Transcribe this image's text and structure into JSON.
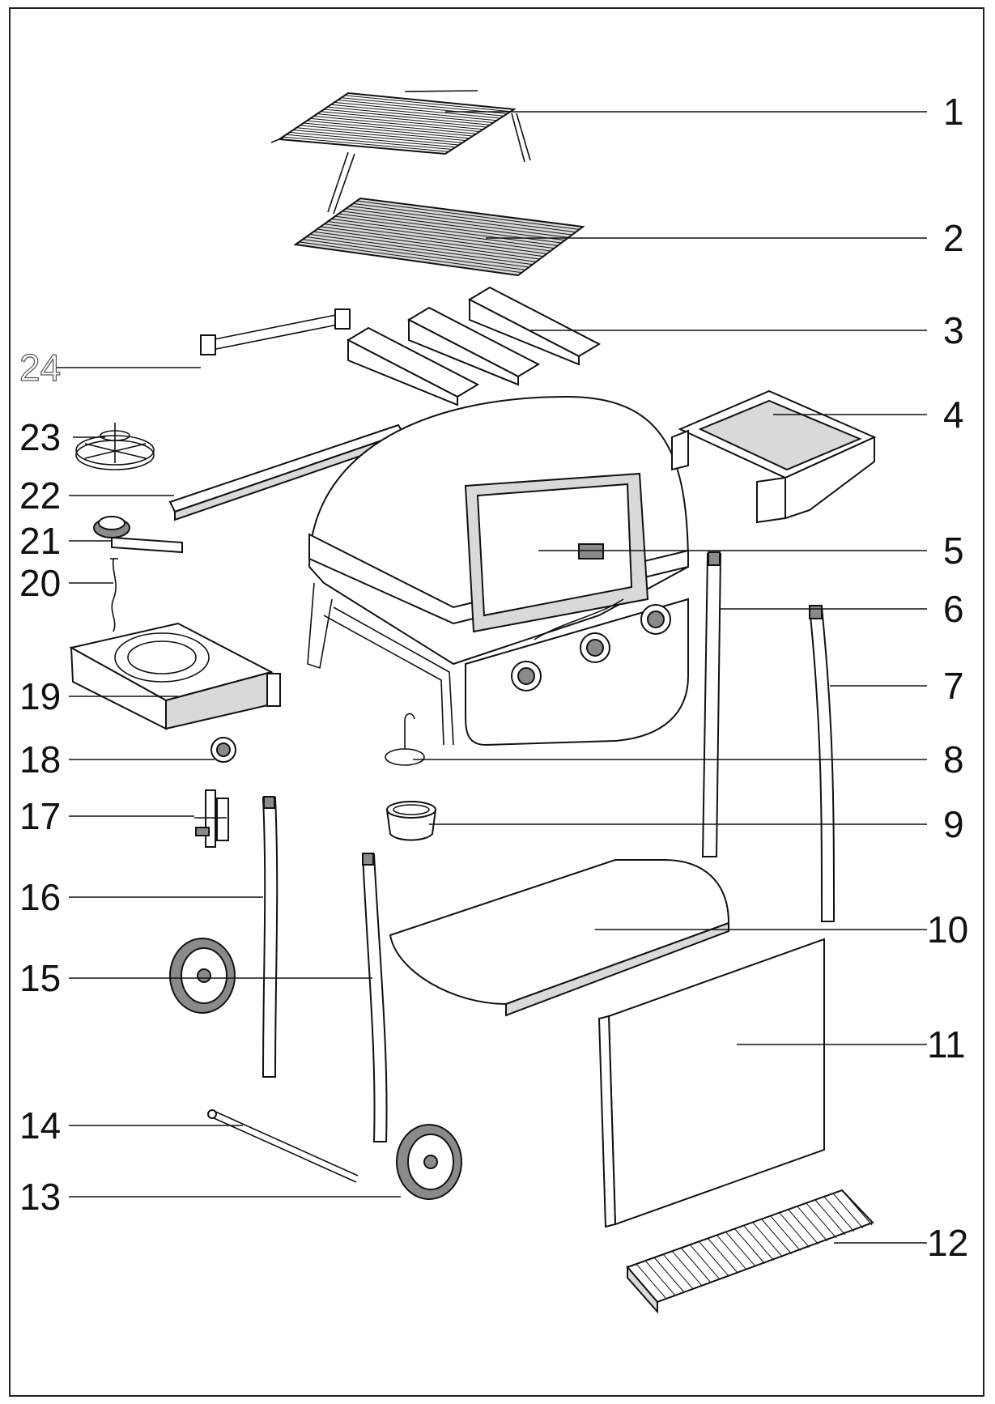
{
  "callouts": [
    {
      "id": "1",
      "label": "1"
    },
    {
      "id": "2",
      "label": "2"
    },
    {
      "id": "3",
      "label": "3"
    },
    {
      "id": "4",
      "label": "4"
    },
    {
      "id": "5",
      "label": "5"
    },
    {
      "id": "6",
      "label": "6"
    },
    {
      "id": "7",
      "label": "7"
    },
    {
      "id": "8",
      "label": "8"
    },
    {
      "id": "9",
      "label": "9"
    },
    {
      "id": "10",
      "label": "10"
    },
    {
      "id": "11",
      "label": "11"
    },
    {
      "id": "12",
      "label": "12"
    },
    {
      "id": "13",
      "label": "13"
    },
    {
      "id": "14",
      "label": "14"
    },
    {
      "id": "15",
      "label": "15"
    },
    {
      "id": "16",
      "label": "16"
    },
    {
      "id": "17",
      "label": "17"
    },
    {
      "id": "18",
      "label": "18"
    },
    {
      "id": "19",
      "label": "19"
    },
    {
      "id": "20",
      "label": "20"
    },
    {
      "id": "21",
      "label": "21"
    },
    {
      "id": "22",
      "label": "22"
    },
    {
      "id": "23",
      "label": "23"
    },
    {
      "id": "24",
      "label": "24"
    }
  ],
  "colors": {
    "line": "#111111",
    "background": "#ffffff",
    "shade": "#d9d9d9"
  }
}
